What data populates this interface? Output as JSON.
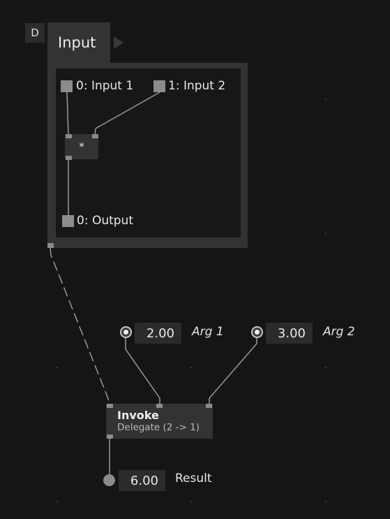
{
  "graph": {
    "delegate_badge": "D",
    "subgraph_title": "Input",
    "subgraph": {
      "input_port_1": "0: Input 1",
      "input_port_2": "1: Input 2",
      "operator": "*",
      "output_port": "0: Output"
    },
    "arg1": {
      "value": "2.00",
      "label": "Arg 1"
    },
    "arg2": {
      "value": "3.00",
      "label": "Arg 2"
    },
    "invoke": {
      "title": "Invoke",
      "subtitle": "Delegate (2 -> 1)"
    },
    "result": {
      "value": "6.00",
      "label": "Result"
    }
  },
  "colors": {
    "background": "#151515",
    "node": "#333333",
    "port": "#8c8c8c",
    "wire": "#9a9a9a"
  }
}
